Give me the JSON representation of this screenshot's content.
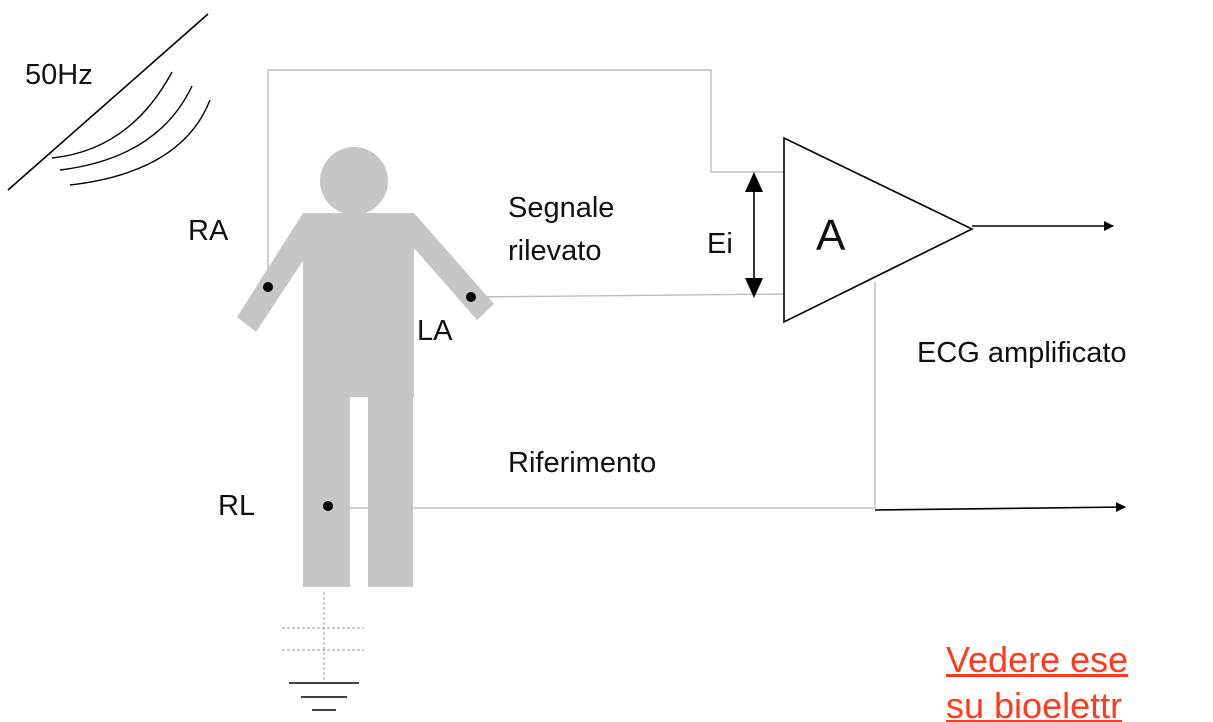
{
  "labels": {
    "interference": "50Hz",
    "right_arm": "RA",
    "left_arm": "LA",
    "right_leg": "RL",
    "signal_line1": "Segnale",
    "signal_line2": "rilevato",
    "input_voltage": "Ei",
    "amplifier": "A",
    "output": "ECG amplificato",
    "reference": "Riferimento"
  },
  "link": {
    "line1": "Vedere ese",
    "line2": "su bioelettr"
  },
  "colors": {
    "body": "#c6c6c6",
    "wire": "#bdbdbd",
    "link": "#ff3b1f",
    "text": "#111111"
  }
}
